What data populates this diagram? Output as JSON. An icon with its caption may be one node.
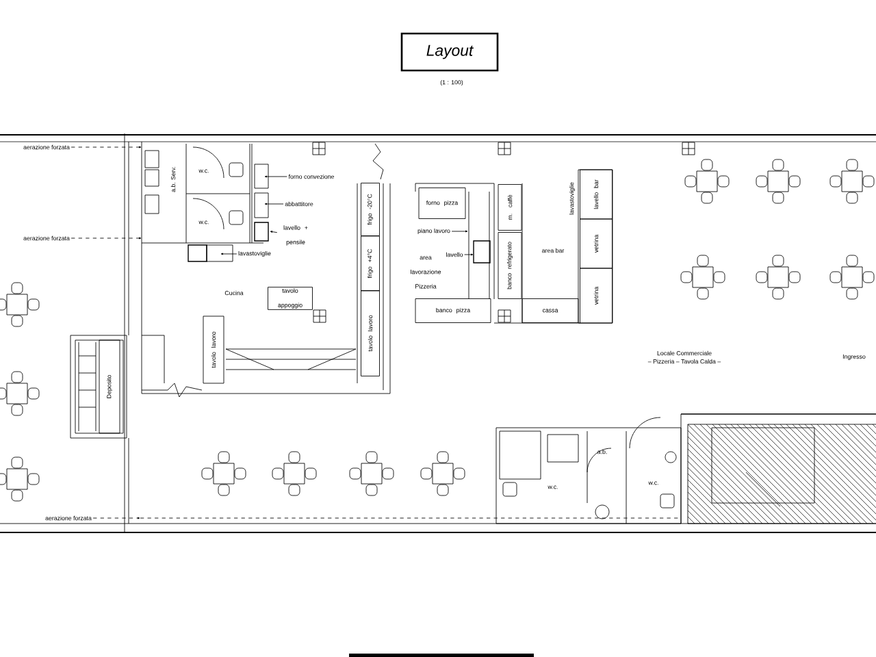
{
  "diagram": {
    "title": "Layout",
    "nodes": [
      {
        "text": [
          "aerazione forzata"
        ]
      },
      {
        "text": [
          "aerazione forzata"
        ]
      },
      {
        "text": [
          "aerazione forzata"
        ]
      },
      {
        "text": [
          "forno convezione"
        ]
      },
      {
        "text": [
          "abbattitore"
        ]
      },
      {
        "text": [
          "lavello + pensile"
        ]
      },
      {
        "text": [
          "lavastoviglie"
        ]
      },
      {
        "text": [
          "tavolo appoggio"
        ]
      },
      {
        "text": [
          "frigo -20°C"
        ]
      },
      {
        "text": [
          "frigo +4°C"
        ]
      },
      {
        "text": [
          "tavolo lavoro"
        ]
      },
      {
        "text": [
          "tavolo lavoro"
        ]
      },
      {
        "text": [
          "Deposito"
        ]
      },
      {
        "text": [
          "forno pizza"
        ]
      },
      {
        "text": [
          "piano lavoro"
        ]
      },
      {
        "text": [
          "lavello"
        ]
      },
      {
        "text": [
          "banco pizza"
        ]
      },
      {
        "text": [
          "m. caffè"
        ]
      },
      {
        "text": [
          "banco refrigerato"
        ]
      },
      {
        "text": [
          "cassa"
        ]
      },
      {
        "text": [
          "lavello bar"
        ]
      },
      {
        "text": [
          "vetrina"
        ]
      },
      {
        "text": [
          "vetrina"
        ]
      }
    ],
    "edges": [
      {
        "from": 0,
        "to": null,
        "arrow": "to",
        "style": "dashed"
      },
      {
        "from": 1,
        "to": null,
        "arrow": "to",
        "style": "dashed"
      },
      {
        "from": 2,
        "to": null,
        "arrow": "to",
        "style": "dashed"
      },
      {
        "from": 3,
        "to": null,
        "arrow": "to"
      },
      {
        "from": 4,
        "to": null,
        "arrow": "to"
      },
      {
        "from": 5,
        "to": null,
        "arrow": "to"
      },
      {
        "from": 6,
        "to": null,
        "arrow": "to"
      },
      {
        "from": 14,
        "to": null,
        "arrow": "to"
      },
      {
        "from": 15,
        "to": null,
        "arrow": "to"
      }
    ],
    "labels": [
      "(1 : 100)",
      "w.c.",
      "a.b. Serv.",
      "w.c.",
      "lavastoviglie",
      "area bar",
      "area lavorazione Pizzeria",
      "Cucina",
      "Locale Commerciale",
      "– Pizzeria – Tavola Calda –",
      "Ingresso",
      "a.b.",
      "w.c.",
      "w.c."
    ]
  }
}
